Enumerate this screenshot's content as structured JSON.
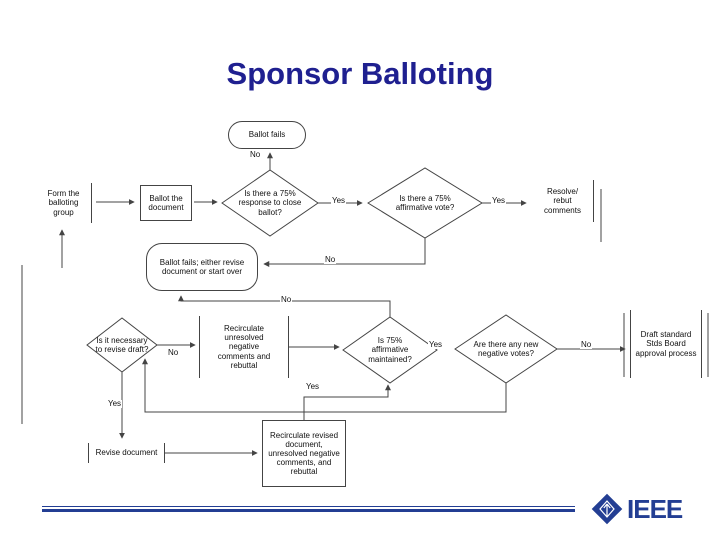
{
  "title": "Sponsor Balloting",
  "colors": {
    "title_navy": "#1f2090",
    "brand_navy": "#233e93",
    "flow_line": "#444444"
  },
  "flowchart": {
    "nodes": {
      "ballot_fails": "Ballot fails",
      "form_group": "Form the balloting group",
      "ballot_document": "Ballot the document",
      "response_75": "Is there a 75% response to close ballot?",
      "affirmative_75": "Is there a 75% affirmative vote?",
      "resolve_rebut": "Resolve/ rebut comments",
      "fails_revise": "Ballot fails; either revise document or start over",
      "necessary_revise": "Is it necessary to revise draft?",
      "recirc_unresolved": "Recirculate unresolved negative comments and rebuttal",
      "maintained_75": "Is 75% affirmative maintained?",
      "new_negative": "Are there any new negative votes?",
      "draft_std": "Draft standard Stds Board approval process",
      "revise_document": "Revise document",
      "recirc_revised": "Recirculate revised document, unresolved negative comments, and rebuttal"
    },
    "labels": {
      "no_close": "No",
      "yes_close": "Yes",
      "yes_affirmative": "Yes",
      "no_affirmative": "No",
      "no_maintained": "No",
      "no_revise": "No",
      "yes_revise": "Yes",
      "yes_maintained": "Yes",
      "no_new_negative": "No",
      "yes_new_negative": "Yes"
    }
  },
  "footer": {
    "brand": "IEEE"
  }
}
